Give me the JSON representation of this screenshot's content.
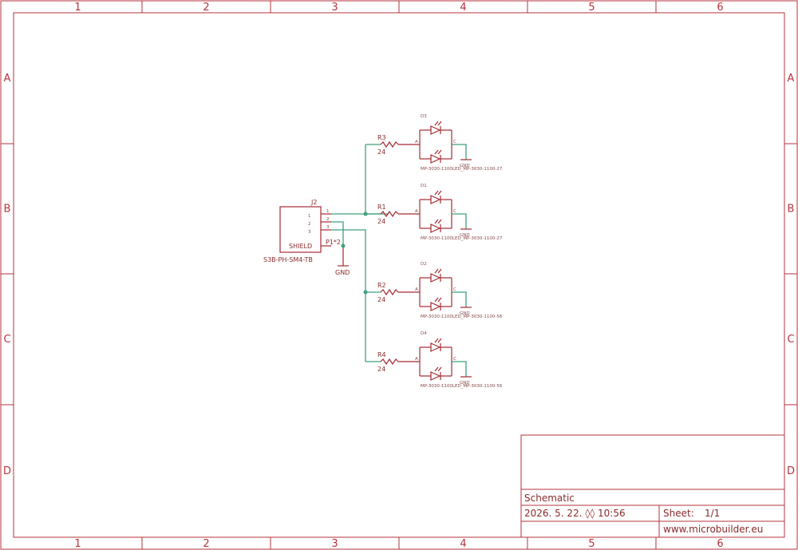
{
  "frame": {
    "columns": [
      "1",
      "2",
      "3",
      "4",
      "5",
      "6"
    ],
    "rows": [
      "A",
      "B",
      "C",
      "D"
    ]
  },
  "connector": {
    "ref": "J2",
    "part": "S3B-PH-SM4-TB",
    "shield_label": "SHIELD",
    "pins_left": [
      "1",
      "2",
      "3"
    ],
    "pins_right": [
      "1",
      "2",
      "3"
    ],
    "shield_pin": "P1*2",
    "gnd": "GND"
  },
  "resistors": [
    {
      "ref": "R3",
      "value": "24"
    },
    {
      "ref": "R1",
      "value": "24"
    },
    {
      "ref": "R2",
      "value": "24"
    },
    {
      "ref": "R4",
      "value": "24"
    }
  ],
  "leds": [
    {
      "ref": "D3",
      "part": "MP-3030-1100LED_MP-3030-1100-27",
      "anode": "A",
      "cathode": "C",
      "gnd": "GND"
    },
    {
      "ref": "D1",
      "part": "MP-3030-1100LED_MP-3030-1100-27",
      "anode": "A",
      "cathode": "C",
      "gnd": "GND"
    },
    {
      "ref": "D2",
      "part": "MP-3030-1100LED_MP-3030-1100-56",
      "anode": "A",
      "cathode": "C",
      "gnd": "GND"
    },
    {
      "ref": "D4",
      "part": "MP-3030-1100LED_MP-3030-1100-56",
      "anode": "A",
      "cathode": "C",
      "gnd": "GND"
    }
  ],
  "title_block": {
    "title": "Schematic",
    "date": "2026. 5. 22. ◊◊ 10:56",
    "sheet_label": "Sheet:",
    "sheet_value": "1/1",
    "url": "www.microbuilder.eu"
  }
}
